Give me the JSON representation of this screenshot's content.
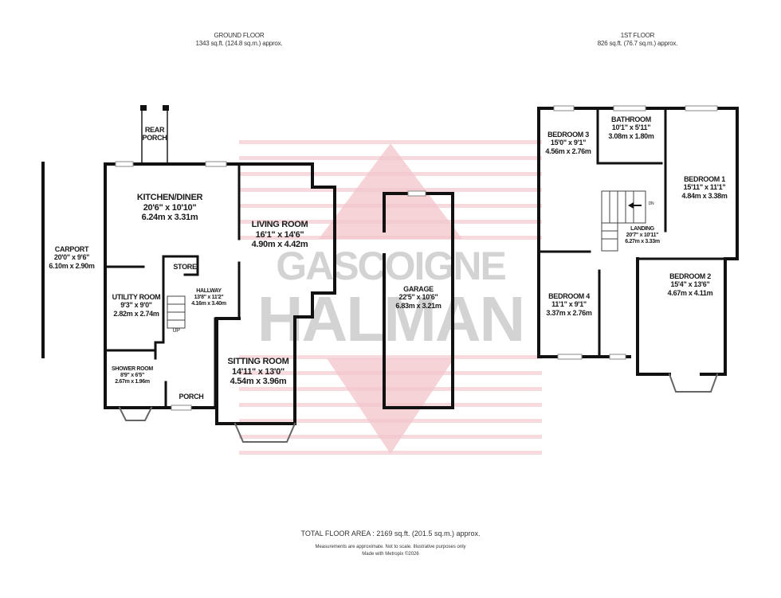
{
  "ground_floor": {
    "title": "GROUND FLOOR",
    "area": "1343 sq.ft. (124.8 sq.m.) approx.",
    "rooms": [
      {
        "name": "CARPORT",
        "imperial": "20'0\" x 9'6\"",
        "metric": "6.10m x 2.90m"
      },
      {
        "name": "REAR PORCH",
        "imperial": "",
        "metric": ""
      },
      {
        "name": "KITCHEN/DINER",
        "imperial": "20'6\" x 10'10\"",
        "metric": "6.24m x 3.31m"
      },
      {
        "name": "STORE",
        "imperial": "",
        "metric": ""
      },
      {
        "name": "UTILITY ROOM",
        "imperial": "9'3\" x 9'0\"",
        "metric": "2.82m x 2.74m"
      },
      {
        "name": "HALLWAY",
        "imperial": "13'8\" x 11'2\"",
        "metric": "4.16m x 3.40m"
      },
      {
        "name": "SHOWER ROOM",
        "imperial": "8'9\" x 6'5\"",
        "metric": "2.67m x 1.96m"
      },
      {
        "name": "PORCH",
        "imperial": "",
        "metric": ""
      },
      {
        "name": "LIVING ROOM",
        "imperial": "16'1\" x 14'6\"",
        "metric": "4.90m x 4.42m"
      },
      {
        "name": "SITTING ROOM",
        "imperial": "14'11\" x 13'0\"",
        "metric": "4.54m x 3.96m"
      },
      {
        "name": "GARAGE",
        "imperial": "22'5\" x 10'6\"",
        "metric": "6.83m x 3.21m"
      }
    ]
  },
  "first_floor": {
    "title": "1ST FLOOR",
    "area": "826 sq.ft. (76.7 sq.m.) approx.",
    "rooms": [
      {
        "name": "BEDROOM 3",
        "imperial": "15'0\" x 9'1\"",
        "metric": "4.56m x 2.76m"
      },
      {
        "name": "BATHROOM",
        "imperial": "10'1\" x 5'11\"",
        "metric": "3.08m x 1.80m"
      },
      {
        "name": "BEDROOM 1",
        "imperial": "15'11\" x 11'1\"",
        "metric": "4.84m x 3.38m"
      },
      {
        "name": "LANDING",
        "imperial": "20'7\" x 10'11\"",
        "metric": "6.27m x 3.33m"
      },
      {
        "name": "BEDROOM 4",
        "imperial": "11'1\" x 9'1\"",
        "metric": "3.37m x 2.76m"
      },
      {
        "name": "BEDROOM 2",
        "imperial": "15'4\" x 13'6\"",
        "metric": "4.67m x 4.11m"
      }
    ],
    "stair_label": "DN"
  },
  "watermark": {
    "line1": "GASCOIGNE",
    "line2": "HALMAN",
    "accent_color": "#f2c9cd"
  },
  "footer": {
    "total": "TOTAL FLOOR AREA : 2169 sq.ft. (201.5 sq.m.) approx.",
    "disclaimer": "Measurements are approximate.  Not to scale.  Illustrative purposes only",
    "credit": "Made with Metropix ©2026"
  },
  "utility_stair_label": "UP"
}
